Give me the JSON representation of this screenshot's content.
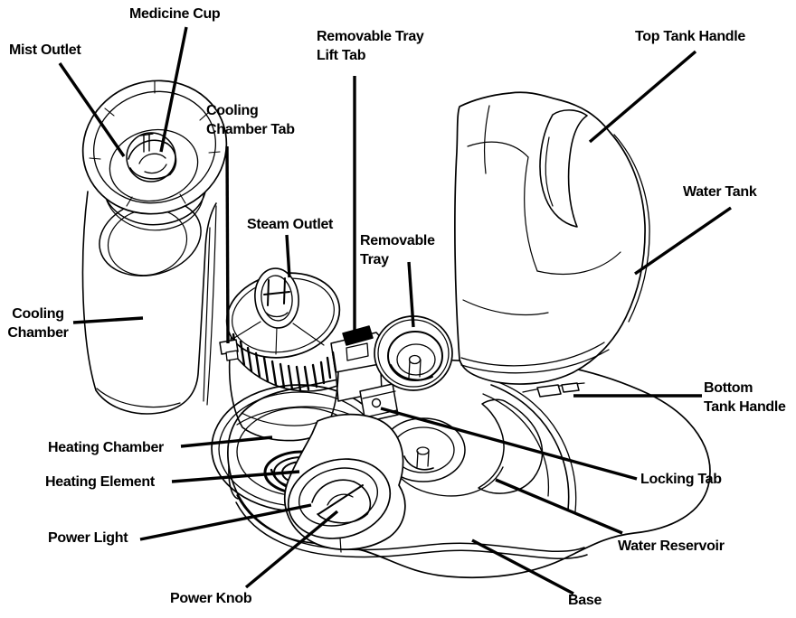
{
  "diagram": {
    "colors": {
      "ink": "#000000",
      "background": "#ffffff"
    },
    "labels": [
      {
        "id": "mist-outlet",
        "text": "Mist Outlet"
      },
      {
        "id": "medicine-cup",
        "text": "Medicine Cup"
      },
      {
        "id": "cooling-chamber-tab",
        "text": "Cooling\nChamber Tab"
      },
      {
        "id": "removable-tray-lift-tab",
        "text": "Removable Tray\nLift Tab"
      },
      {
        "id": "top-tank-handle",
        "text": "Top Tank Handle"
      },
      {
        "id": "water-tank",
        "text": "Water Tank"
      },
      {
        "id": "steam-outlet",
        "text": "Steam Outlet"
      },
      {
        "id": "removable-tray",
        "text": "Removable\nTray"
      },
      {
        "id": "cooling-chamber",
        "text": "Cooling\nChamber"
      },
      {
        "id": "bottom-tank-handle",
        "text": "Bottom\nTank Handle"
      },
      {
        "id": "heating-chamber",
        "text": "Heating Chamber"
      },
      {
        "id": "heating-element",
        "text": "Heating Element"
      },
      {
        "id": "power-light",
        "text": "Power Light"
      },
      {
        "id": "power-knob",
        "text": "Power Knob"
      },
      {
        "id": "locking-tab",
        "text": "Locking Tab"
      },
      {
        "id": "water-reservoir",
        "text": "Water Reservoir"
      },
      {
        "id": "base",
        "text": "Base"
      }
    ]
  }
}
